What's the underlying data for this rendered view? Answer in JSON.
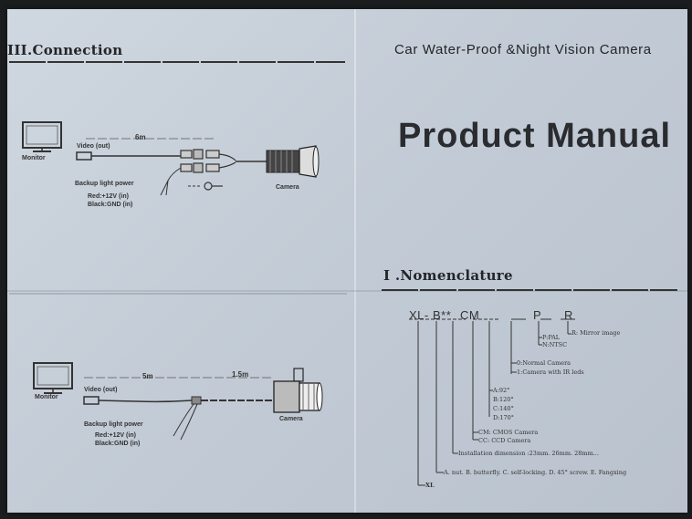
{
  "connection": {
    "title": "III.Connection",
    "top_diagram": {
      "monitor": "Monitor",
      "video": "Video (out)",
      "length": "6m",
      "backup_title": "Backup light power",
      "red": "Red:+12V (in)",
      "black": "Black:GND (in)",
      "camera": "Camera"
    },
    "bottom_diagram": {
      "monitor": "Monitor",
      "video": "Video (out)",
      "length_a": "5m",
      "length_b": "1.5m",
      "backup_title": "Backup light power",
      "red": "Red:+12V (in)",
      "black": "Black:GND (in)",
      "camera": "Camera"
    }
  },
  "cover": {
    "subtitle": "Car Water-Proof &Night Vision Camera",
    "title": "Product Manual"
  },
  "nomenclature": {
    "title": "I .Nomenclature",
    "code_parts": [
      "XL-",
      "B**",
      "CM",
      "P",
      "R"
    ],
    "labels": {
      "mirror": "R: Mirror image",
      "pal": "P:PAL",
      "ntsc": "N:NTSC",
      "normal": "0:Normal Camera",
      "ir": "1:Camera with IR leds",
      "angle_a": "A:92°",
      "angle_b": "B:120°",
      "angle_c": "C:140°",
      "angle_d": "D:170°",
      "cmos": "CM: CMOS Camera",
      "ccd": "CC: CCD Camera",
      "install": "Installation dimension :23mm. 26mm. 28mm...",
      "types": "A. nut. B. butterfly. C. self-locking. D. 45° screw. E. Fangxing",
      "xl": "XL"
    }
  }
}
